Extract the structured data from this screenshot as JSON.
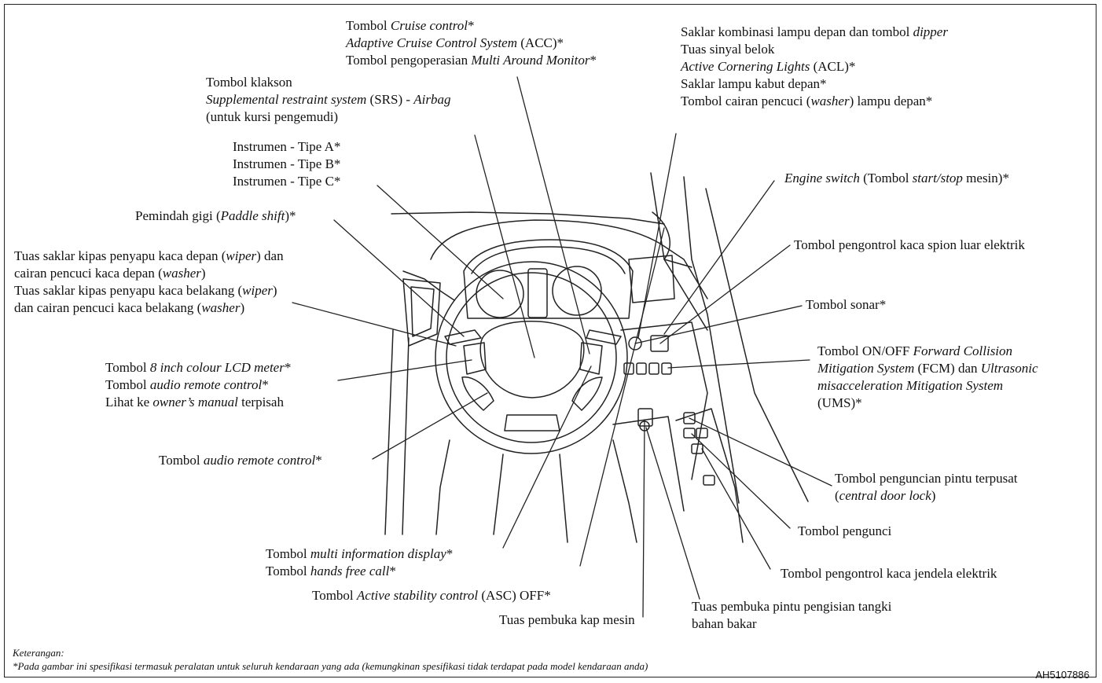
{
  "labels": {
    "cruise": [
      {
        "segments": [
          {
            "t": "Tombol "
          },
          {
            "t": "Cruise control",
            "i": true
          },
          {
            "t": "*"
          }
        ]
      },
      {
        "segments": [
          {
            "t": "Adaptive Cruise Control System",
            "i": true
          },
          {
            "t": " (ACC)*"
          }
        ]
      },
      {
        "segments": [
          {
            "t": "Tombol pengoperasian "
          },
          {
            "t": "Multi Around Monitor",
            "i": true
          },
          {
            "t": "*"
          }
        ]
      }
    ],
    "headlamp": [
      {
        "segments": [
          {
            "t": "Saklar kombinasi lampu depan dan tombol "
          },
          {
            "t": "dipper",
            "i": true
          }
        ]
      },
      {
        "segments": [
          {
            "t": "Tuas sinyal belok"
          }
        ]
      },
      {
        "segments": [
          {
            "t": "Active Cornering Lights",
            "i": true
          },
          {
            "t": " (ACL)*"
          }
        ]
      },
      {
        "segments": [
          {
            "t": "Saklar lampu kabut depan*"
          }
        ]
      },
      {
        "segments": [
          {
            "t": "Tombol cairan pencuci ("
          },
          {
            "t": "washer",
            "i": true
          },
          {
            "t": ") lampu depan*"
          }
        ]
      }
    ],
    "horn": [
      {
        "segments": [
          {
            "t": "Tombol klakson"
          }
        ]
      },
      {
        "segments": [
          {
            "t": "Supplemental restraint system",
            "i": true
          },
          {
            "t": " (SRS) - "
          },
          {
            "t": "Airbag",
            "i": true
          }
        ]
      },
      {
        "segments": [
          {
            "t": "(untuk kursi pengemudi)"
          }
        ]
      }
    ],
    "instrument": [
      {
        "segments": [
          {
            "t": "Instrumen - Tipe A*"
          }
        ]
      },
      {
        "segments": [
          {
            "t": "Instrumen - Tipe B*"
          }
        ]
      },
      {
        "segments": [
          {
            "t": "Instrumen - Tipe C*"
          }
        ]
      }
    ],
    "engine": [
      {
        "segments": [
          {
            "t": "Engine switch",
            "i": true
          },
          {
            "t": " (Tombol "
          },
          {
            "t": "start/stop",
            "i": true
          },
          {
            "t": " mesin)*"
          }
        ]
      }
    ],
    "paddle": [
      {
        "segments": [
          {
            "t": "Pemindah gigi ("
          },
          {
            "t": "Paddle shift",
            "i": true
          },
          {
            "t": ")*"
          }
        ]
      }
    ],
    "mirror": [
      {
        "segments": [
          {
            "t": "Tombol pengontrol kaca spion luar elektrik"
          }
        ]
      }
    ],
    "wiper": [
      {
        "segments": [
          {
            "t": "Tuas saklar kipas penyapu kaca depan ("
          },
          {
            "t": "wiper",
            "i": true
          },
          {
            "t": ") dan"
          }
        ]
      },
      {
        "segments": [
          {
            "t": "cairan pencuci kaca depan ("
          },
          {
            "t": "washer",
            "i": true
          },
          {
            "t": ")"
          }
        ]
      },
      {
        "segments": [
          {
            "t": "Tuas saklar kipas penyapu kaca belakang ("
          },
          {
            "t": "wiper",
            "i": true
          },
          {
            "t": ")"
          }
        ]
      },
      {
        "segments": [
          {
            "t": "dan cairan pencuci kaca belakang ("
          },
          {
            "t": "washer",
            "i": true
          },
          {
            "t": ")"
          }
        ]
      }
    ],
    "sonar": [
      {
        "segments": [
          {
            "t": "Tombol sonar*"
          }
        ]
      }
    ],
    "fcm": [
      {
        "segments": [
          {
            "t": "Tombol ON/OFF "
          },
          {
            "t": "Forward Collision",
            "i": true
          }
        ]
      },
      {
        "segments": [
          {
            "t": "Mitigation System",
            "i": true
          },
          {
            "t": " (FCM) dan "
          },
          {
            "t": "Ultrasonic",
            "i": true
          }
        ]
      },
      {
        "segments": [
          {
            "t": "misacceleration Mitigation System",
            "i": true
          }
        ]
      },
      {
        "segments": [
          {
            "t": "(UMS)*"
          }
        ]
      }
    ],
    "lcd": [
      {
        "segments": [
          {
            "t": "Tombol "
          },
          {
            "t": "8 inch colour LCD meter",
            "i": true
          },
          {
            "t": "*"
          }
        ]
      },
      {
        "segments": [
          {
            "t": "Tombol "
          },
          {
            "t": "audio remote control",
            "i": true
          },
          {
            "t": "*"
          }
        ]
      },
      {
        "segments": [
          {
            "t": "Lihat ke "
          },
          {
            "t": "owner’s manual",
            "i": true
          },
          {
            "t": " terpisah"
          }
        ]
      }
    ],
    "audio": [
      {
        "segments": [
          {
            "t": "Tombol "
          },
          {
            "t": "audio remote control",
            "i": true
          },
          {
            "t": "*"
          }
        ]
      }
    ],
    "doorlock": [
      {
        "segments": [
          {
            "t": "Tombol penguncian pintu terpusat"
          }
        ]
      },
      {
        "segments": [
          {
            "t": "("
          },
          {
            "t": "central door lock",
            "i": true
          },
          {
            "t": ")"
          }
        ]
      }
    ],
    "lock": [
      {
        "segments": [
          {
            "t": "Tombol pengunci"
          }
        ]
      }
    ],
    "window": [
      {
        "segments": [
          {
            "t": "Tombol pengontrol kaca jendela elektrik"
          }
        ]
      }
    ],
    "mid": [
      {
        "segments": [
          {
            "t": "Tombol "
          },
          {
            "t": "multi information display",
            "i": true
          },
          {
            "t": "*"
          }
        ]
      },
      {
        "segments": [
          {
            "t": "Tombol "
          },
          {
            "t": "hands free call",
            "i": true
          },
          {
            "t": "*"
          }
        ]
      }
    ],
    "asc": [
      {
        "segments": [
          {
            "t": "Tombol "
          },
          {
            "t": "Active stability control",
            "i": true
          },
          {
            "t": " (ASC) OFF*"
          }
        ]
      }
    ],
    "hood": [
      {
        "segments": [
          {
            "t": "Tuas pembuka kap mesin"
          }
        ]
      }
    ],
    "fuel": [
      {
        "segments": [
          {
            "t": "Tuas pembuka pintu pengisian tangki"
          }
        ]
      },
      {
        "segments": [
          {
            "t": "bahan bakar"
          }
        ]
      }
    ]
  },
  "note": {
    "title": "Keterangan:",
    "text": "*Pada gambar ini spesifikasi termasuk peralatan untuk seluruh kendaraan yang ada (kemungkinan spesifikasi tidak terdapat pada model kendaraan anda)"
  },
  "code": "AH5107886"
}
